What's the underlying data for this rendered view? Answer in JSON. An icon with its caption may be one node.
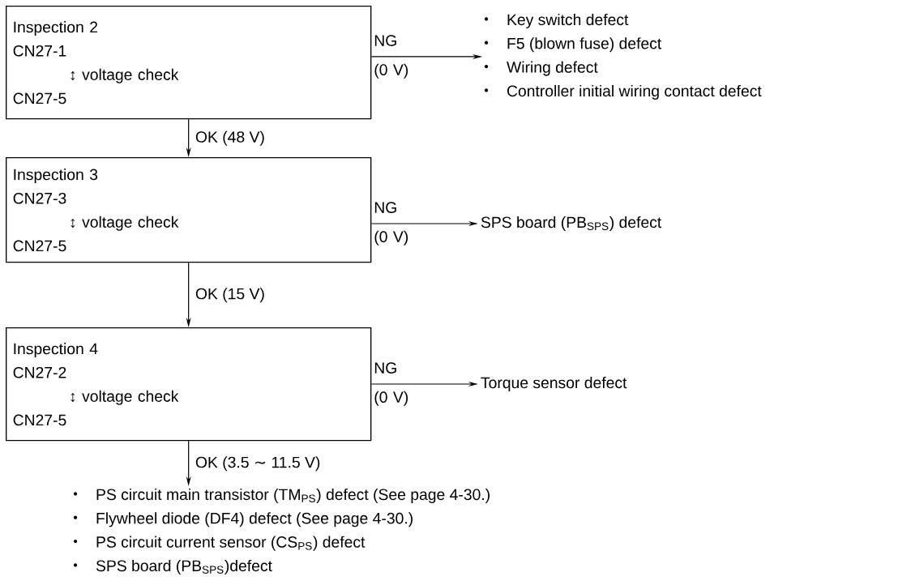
{
  "diagram": {
    "nodes": [
      {
        "text": [
          "Inspection 2",
          "CN27-1",
          "↕ voltage check",
          "CN27-5"
        ]
      },
      {
        "text": [
          "Key switch defect",
          "F5 (blown fuse) defect",
          "Wiring defect",
          "Controller initial wiring contact defect"
        ]
      },
      {
        "text": [
          "Inspection 3",
          "CN27-3",
          "↕ voltage check",
          "CN27-5"
        ]
      },
      {
        "text": [
          "SPS board (PB$_{SPS}$) defect"
        ]
      },
      {
        "text": [
          "Inspection 4",
          "CN27-2",
          "↕ voltage check",
          "CN27-5"
        ]
      },
      {
        "text": [
          "Torque sensor defect"
        ]
      },
      {
        "text": [
          "PS circuit main transistor (TM$_{PS}$) defect (See page 4-30.)",
          "Flywheel diode (DF4) defect (See page 4-30.)",
          "PS circuit current sensor (CS$_{PS}$) defect",
          "SPS board (PB$_{SPS}$)defect"
        ]
      }
    ],
    "edges": [
      {
        "from": 0,
        "to": 1,
        "arrow": "to",
        "label": "NG (0 V)"
      },
      {
        "from": 0,
        "to": 2,
        "arrow": "to",
        "label": "OK (48 V)"
      },
      {
        "from": 2,
        "to": 3,
        "arrow": "to",
        "label": "NG (0 V)"
      },
      {
        "from": 2,
        "to": 4,
        "arrow": "to",
        "label": "OK (15 V)"
      },
      {
        "from": 4,
        "to": 5,
        "arrow": "to",
        "label": "NG (0 V)"
      },
      {
        "from": 4,
        "to": 6,
        "arrow": "to",
        "label": "OK (3.5 ∼ 11.5 V)"
      }
    ]
  }
}
